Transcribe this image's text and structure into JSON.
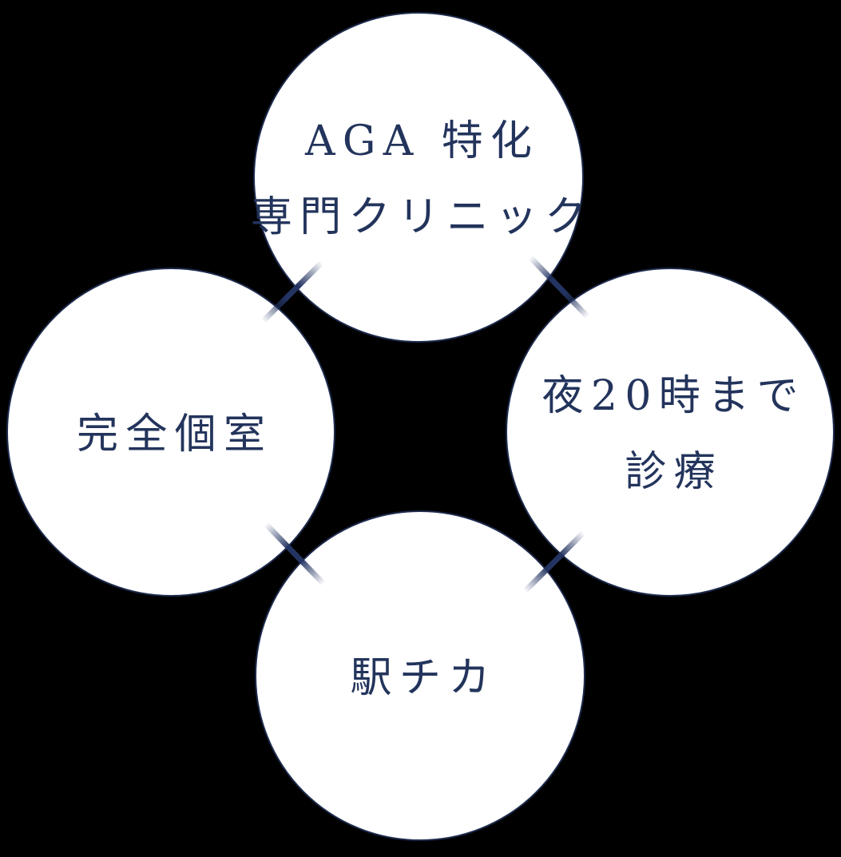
{
  "page": {
    "background_color": "#000000"
  },
  "diagram": {
    "type": "feature-circles",
    "colors": {
      "circle_fill": "#ffffff",
      "circle_border": "#1d2a4c",
      "text": "#23345c",
      "connector": "#243462"
    },
    "circles": [
      {
        "position": "top",
        "lines": [
          "AGA 特化",
          "専門クリニック"
        ]
      },
      {
        "position": "left",
        "lines": [
          "完全個室"
        ]
      },
      {
        "position": "right",
        "lines": [
          "夜20時まで",
          "診療"
        ]
      },
      {
        "position": "bottom",
        "lines": [
          "駅チカ"
        ]
      }
    ]
  }
}
